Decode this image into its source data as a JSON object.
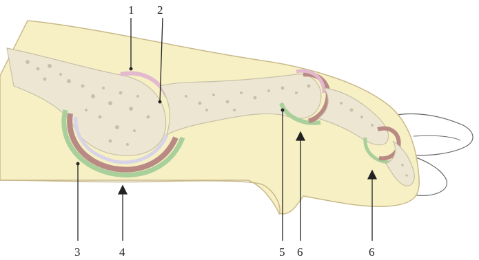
{
  "figure": {
    "numbers": {
      "n1": "1",
      "n2": "2",
      "n3": "3",
      "n4": "4",
      "n5": "5",
      "n6a": "6",
      "n6b": "6"
    }
  },
  "colors": {
    "background": "#ffffff",
    "soft_tissue": "#f6f0c4",
    "skin_outline": "#c9b98a",
    "bone": "#ede6d2",
    "bone_spots": "#c8c0a8",
    "cartilage": "#d8d4e8",
    "synovium": "#b98a84",
    "capsule_green": "#a9cf9b",
    "capsule_pink": "#e3b9cf",
    "nail_outline": "#666666",
    "line": "#222222"
  }
}
